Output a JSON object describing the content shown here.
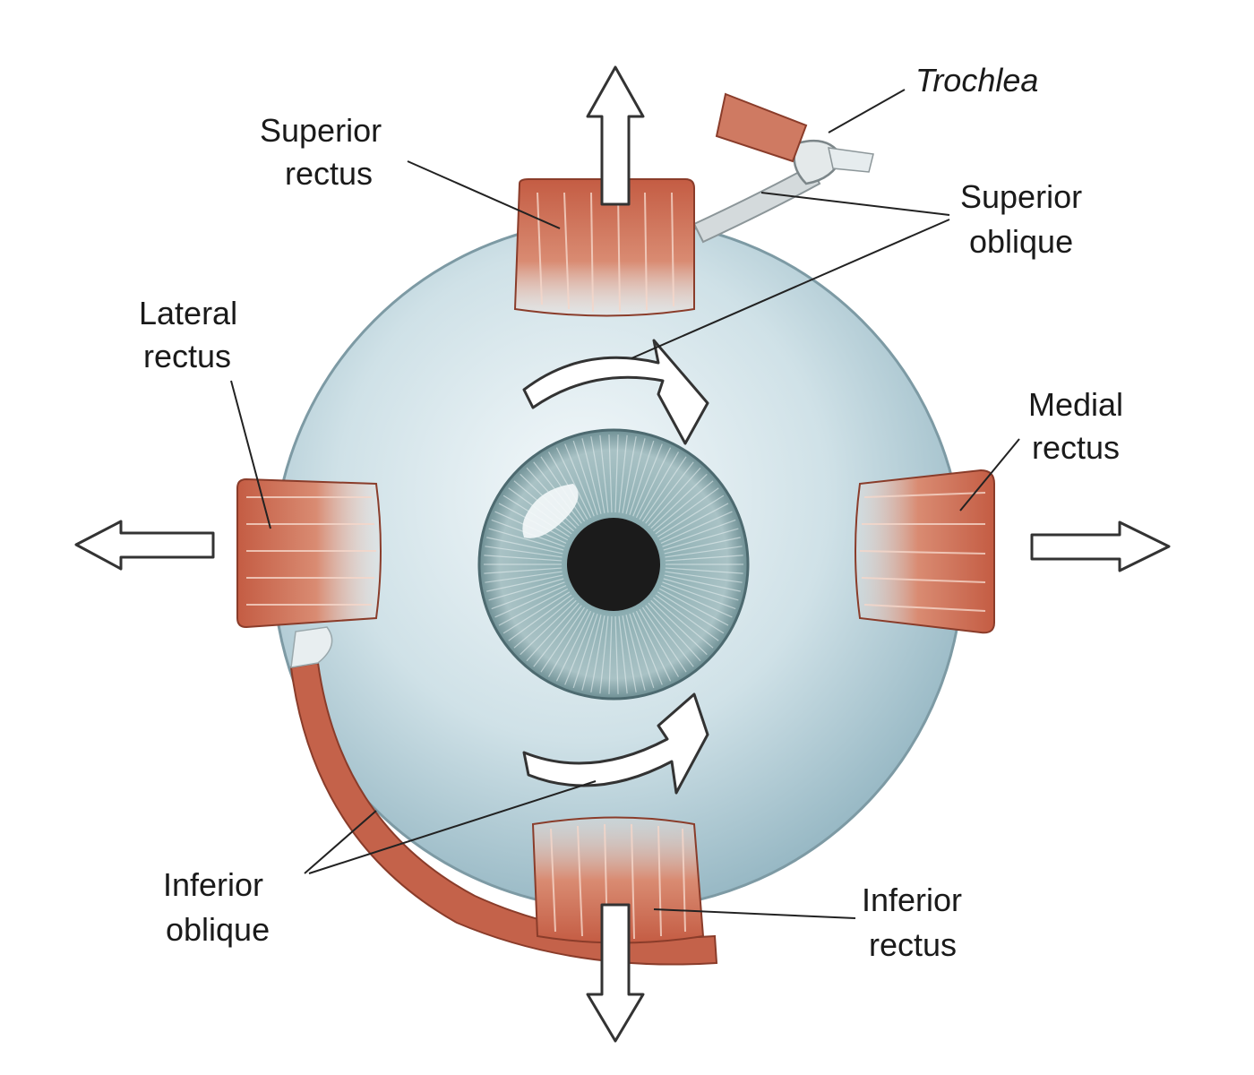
{
  "diagram": {
    "labels": {
      "trochlea": "Trochlea",
      "superior_rectus": [
        "Superior",
        "rectus"
      ],
      "superior_oblique": [
        "Superior",
        "oblique"
      ],
      "lateral_rectus": [
        "Lateral",
        "rectus"
      ],
      "medial_rectus": [
        "Medial",
        "rectus"
      ],
      "inferior_oblique": [
        "Inferior",
        "oblique"
      ],
      "inferior_rectus": [
        "Inferior",
        "rectus"
      ]
    },
    "colors": {
      "muscle": "#c0614a",
      "muscle_light": "#e3a088",
      "sclera": "#c9dde4",
      "iris": "#7fa1a6",
      "pupil": "#1b1b1b",
      "tendon": "#cfd6d8",
      "arrow_stroke": "#333333"
    }
  }
}
